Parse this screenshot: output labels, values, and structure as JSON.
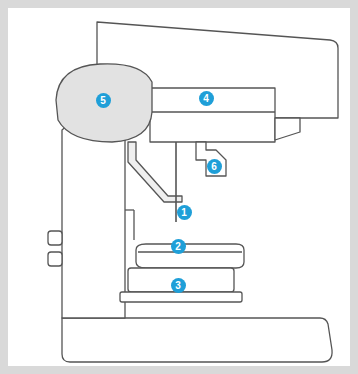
{
  "diagram": {
    "labels": [
      "5",
      "4",
      "6",
      "1",
      "2",
      "3"
    ]
  }
}
